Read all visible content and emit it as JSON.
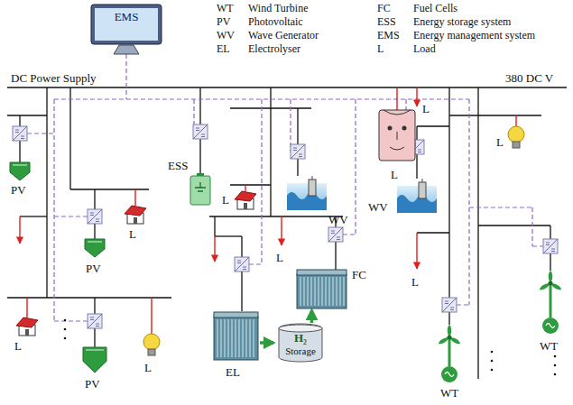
{
  "diagram": {
    "nodes": [
      {
        "text": [
          "EMS"
        ]
      },
      {
        "text": [
          "EL"
        ]
      },
      {
        "text": [
          "H₂",
          "Storage"
        ]
      },
      {
        "text": [
          "FC"
        ]
      }
    ],
    "edges": [
      {
        "from": 1,
        "to": 2,
        "arrow": "to"
      },
      {
        "from": 2,
        "to": 3,
        "arrow": "to"
      }
    ],
    "labels": [
      "WT",
      "Wind Turbine",
      "PV",
      "Photovoltaic",
      "WV",
      "Wave Generator",
      "EL",
      "Electrolyser",
      "FC",
      "Fuel Cells",
      "ESS",
      "Energy storage system",
      "EMS",
      "Energy management system",
      "L",
      "Load",
      "DC Power Supply",
      "380 DC V",
      "PV",
      "L",
      "PV",
      "L",
      "PV",
      "L",
      "ESS",
      "L",
      "WV",
      "L",
      "L",
      "L",
      "WV",
      "L",
      "L",
      "WT",
      "WT"
    ]
  }
}
